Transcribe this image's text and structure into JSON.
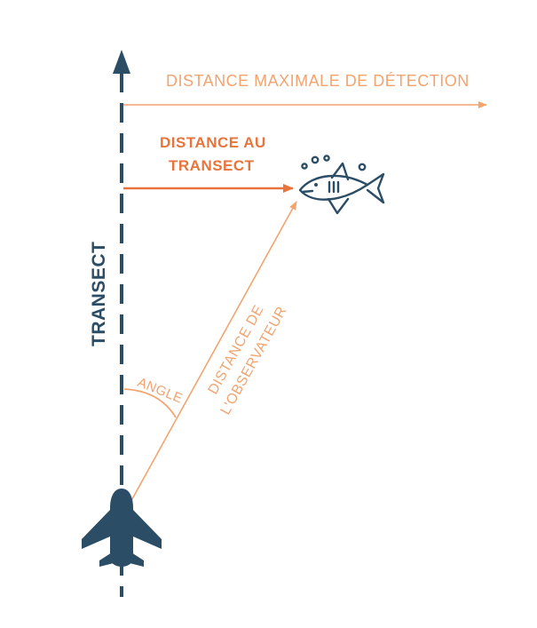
{
  "labels": {
    "max_detection": "DISTANCE MAXIMALE DE DÉTECTION",
    "distance_transect_line1": "DISTANCE AU",
    "distance_transect_line2": "TRANSECT",
    "transect": "TRANSECT",
    "angle": "ANGLE",
    "observer_line1": "DISTANCE DE",
    "observer_line2": "L'OBSERVATEUR"
  },
  "colors": {
    "navy": "#2b4d66",
    "light_orange": "#f2a46f",
    "dark_orange": "#e8743b"
  },
  "icons": {
    "observer": "airplane-icon",
    "target": "fish-icon"
  }
}
